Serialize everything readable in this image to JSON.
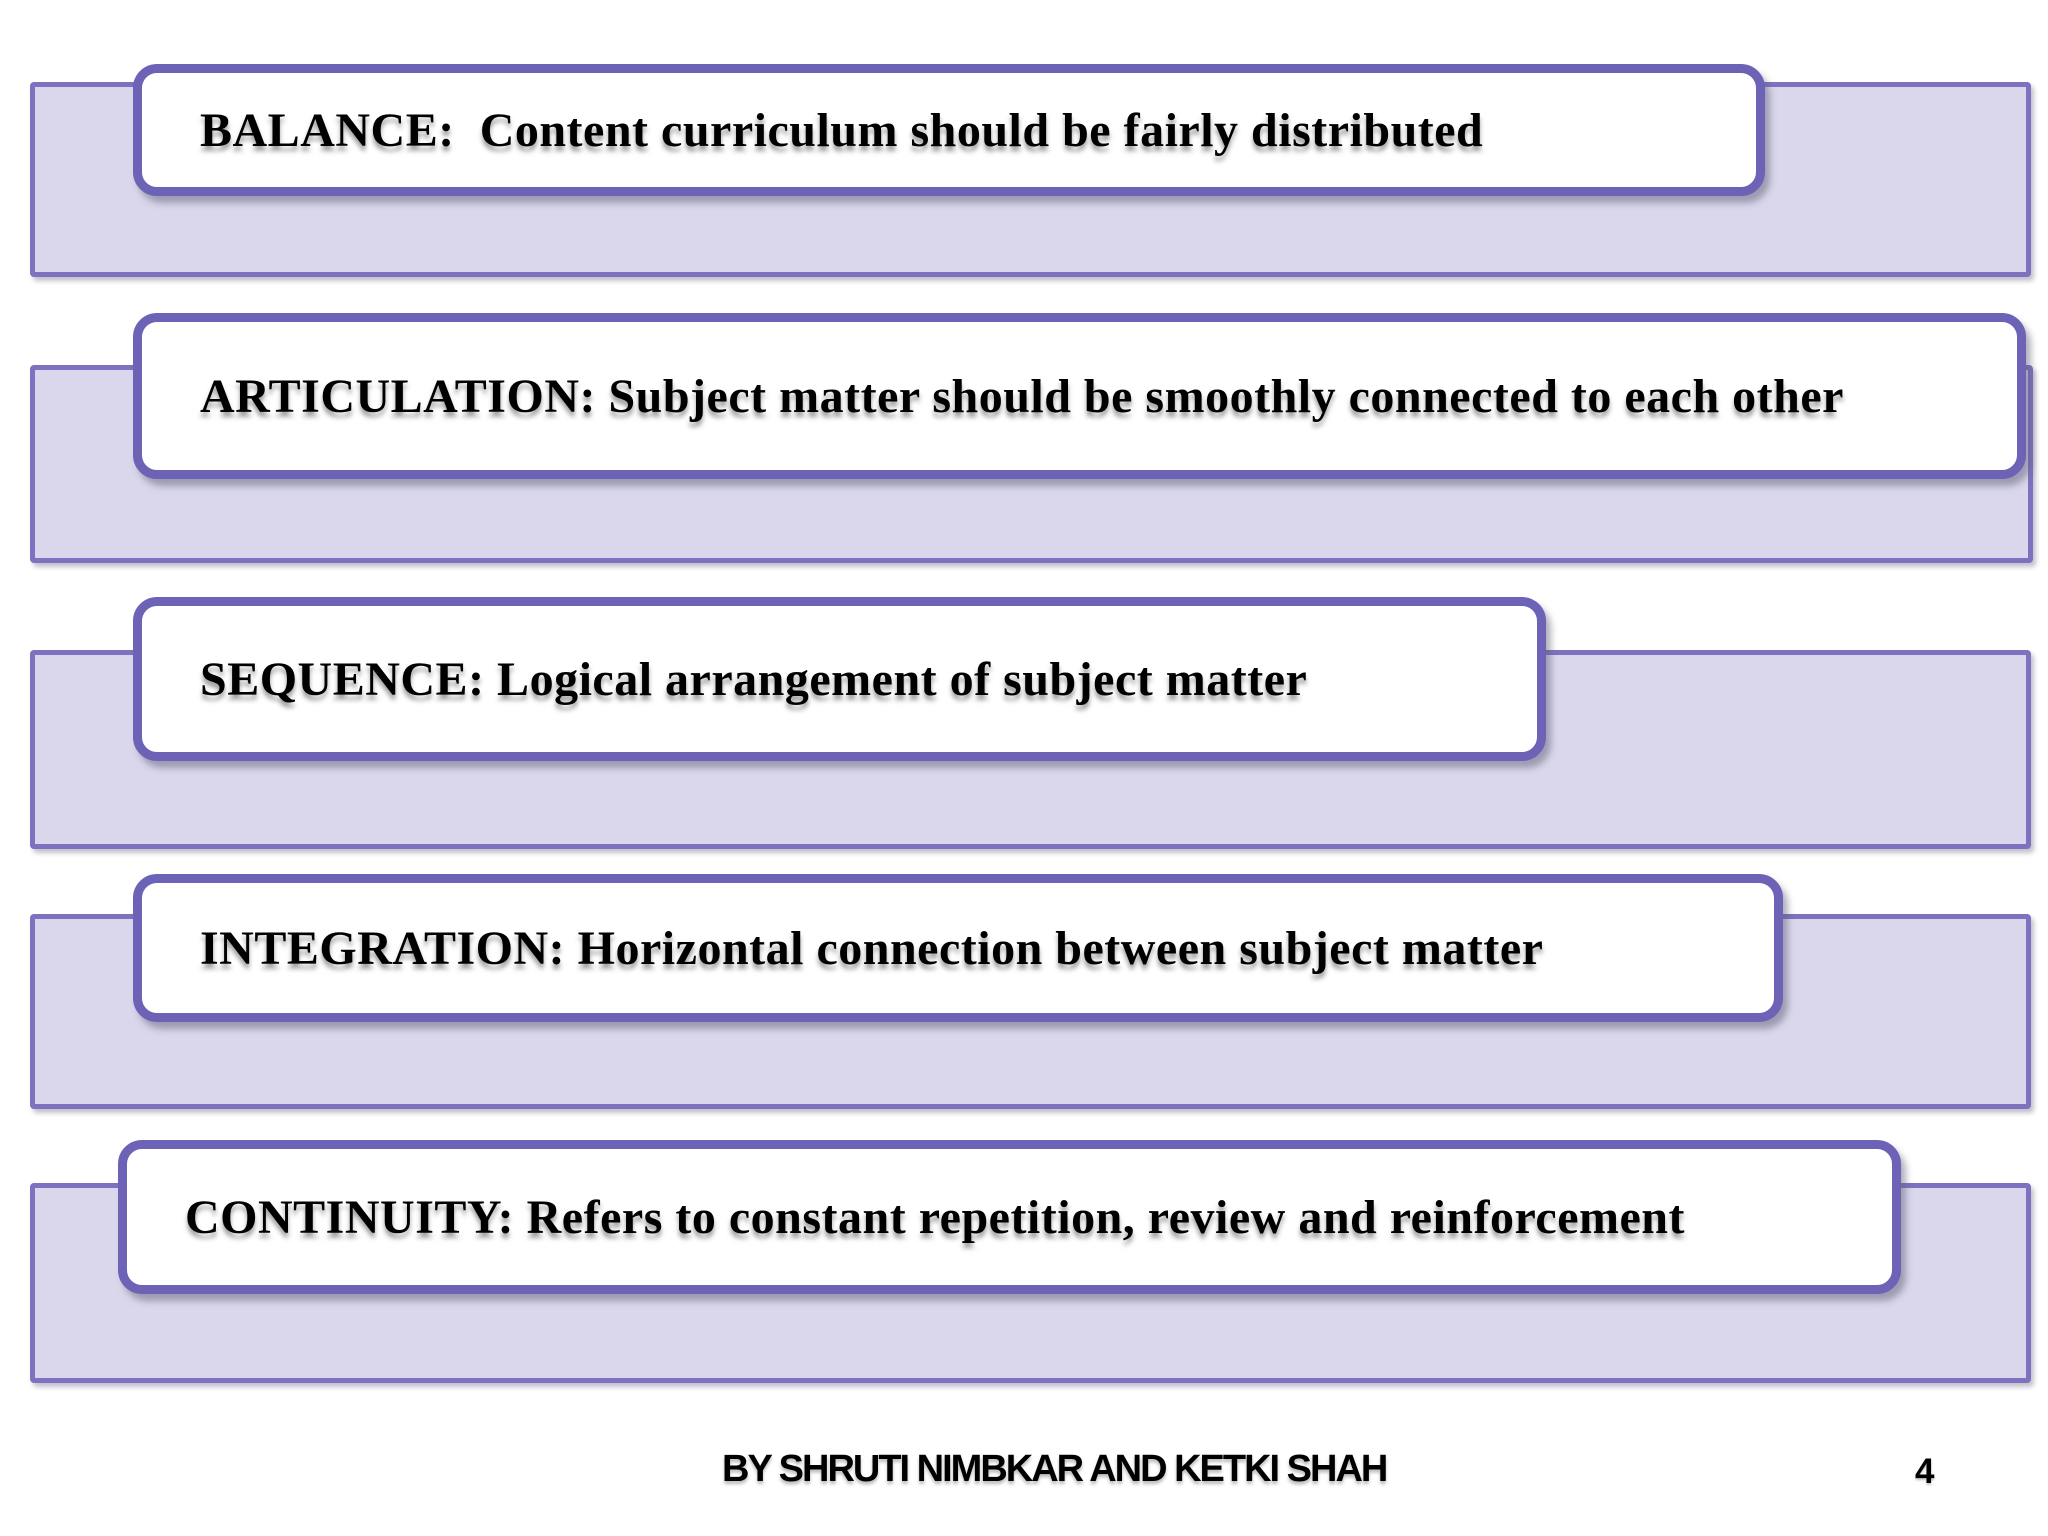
{
  "slide": {
    "items": [
      {
        "text": "BALANCE:  Content curriculum should be fairly distributed"
      },
      {
        "text": "ARTICULATION: Subject matter should be smoothly connected to each other"
      },
      {
        "text": "SEQUENCE: Logical arrangement of subject matter"
      },
      {
        "text": "INTEGRATION: Horizontal connection between subject matter"
      },
      {
        "text": "CONTINUITY: Refers to constant repetition, review and reinforcement"
      }
    ],
    "footer": {
      "credit": "BY SHRUTI NIMBKAR AND KETKI SHAH",
      "page_number": "4"
    },
    "colors": {
      "box_border": "#6c62b6",
      "bar_border": "#7c72bf",
      "bar_fill": "#dad7ec",
      "box_fill": "#ffffff",
      "text": "#000000"
    }
  }
}
